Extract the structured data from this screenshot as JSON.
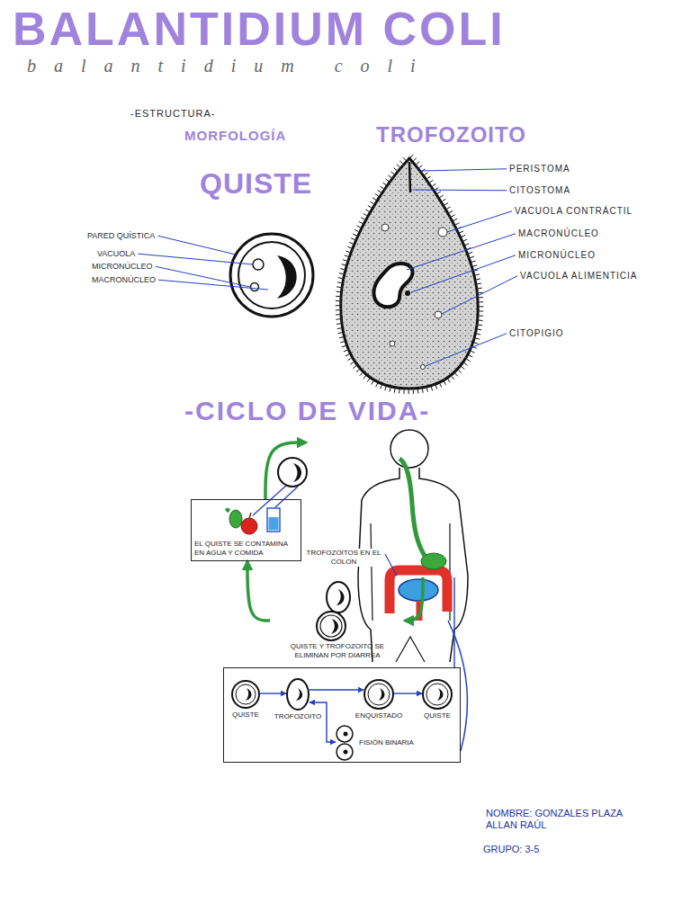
{
  "diagram": {
    "title": "BALANTIDIUM COLI",
    "nodes": [
      {
        "text": [
          "EL QUISTE SE CONTAMINA EN AGUA Y COMIDA"
        ]
      },
      {
        "text": [
          "TROFOZOITOS EN EL COLON"
        ]
      },
      {
        "text": [
          "QUISTE Y TROFOZOITO SE ELIMINAN POR DIARREA"
        ]
      },
      {
        "text": []
      },
      {
        "text": [
          "QUISTE"
        ],
        "in": 3
      },
      {
        "text": [
          "TROFOZOITO"
        ],
        "in": 3
      },
      {
        "text": [
          "ENQUISTADO"
        ],
        "in": 3
      },
      {
        "text": [
          "QUISTE"
        ],
        "in": 3
      },
      {
        "text": [
          "FISIÓN BINARIA"
        ],
        "in": 3
      }
    ],
    "edges": [
      {
        "from": 0,
        "to": 1,
        "arrow": "to"
      },
      {
        "from": 1,
        "to": 2,
        "arrow": "to"
      },
      {
        "from": 2,
        "to": 0,
        "arrow": "to"
      },
      {
        "from": 1,
        "to": 3,
        "arrow": "none"
      },
      {
        "from": 4,
        "to": 5,
        "arrow": "to"
      },
      {
        "from": 5,
        "to": 6,
        "arrow": "to"
      },
      {
        "from": 6,
        "to": 7,
        "arrow": "to"
      },
      {
        "from": 5,
        "to": 8,
        "arrow": "both"
      }
    ],
    "labels": [
      "balantidium coli",
      "-ESTRUCTURA-",
      "MORFOLOGÍA",
      "TROFOZOITO",
      "QUISTE",
      "PARED QUÍSTICA",
      "VACUOLA",
      "MICRONÚCLEO",
      "MACRONÚCLEO",
      "PERISTOMA",
      "CITOSTOMA",
      "VACUOLA CONTRÁCTIL",
      "MACRONÚCLEO",
      "MICRONÚCLEO",
      "VACUOLA ALIMENTICIA",
      "CITOPIGIO",
      "-CICLO DE VIDA-",
      "NOMBRE: GONZALES PLAZA ALLAN RAÚL",
      "GRUPO: 3-5"
    ]
  }
}
